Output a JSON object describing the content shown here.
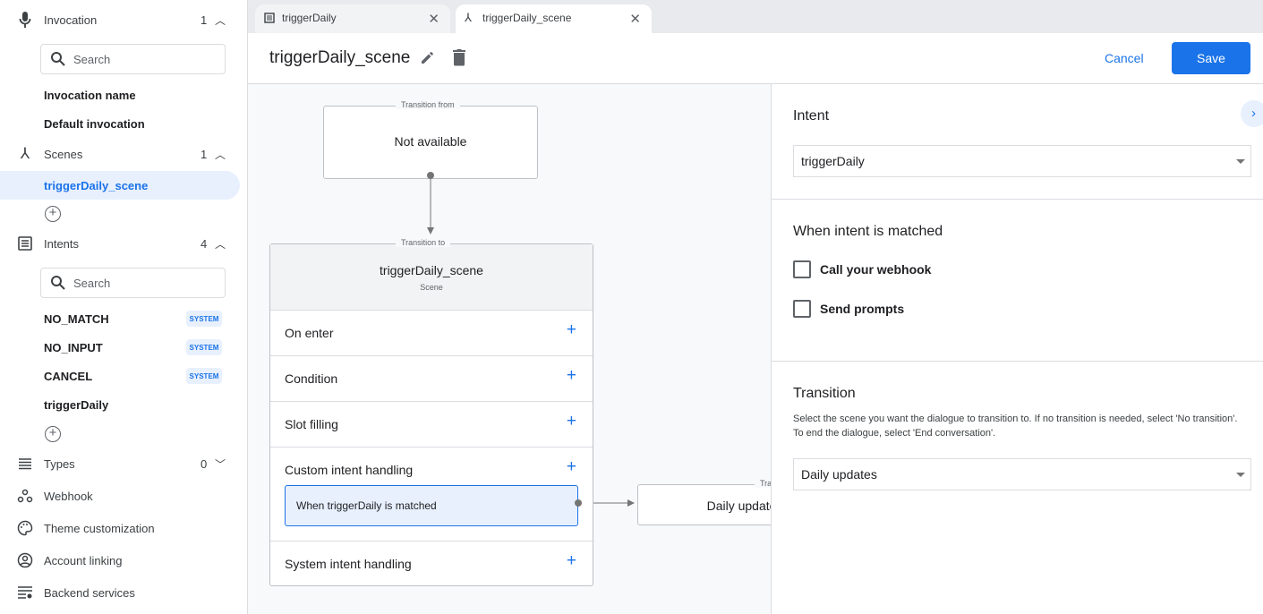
{
  "sidebar": {
    "invocation": {
      "label": "Invocation",
      "count": "1",
      "search_placeholder": "Search",
      "items": [
        "Invocation name",
        "Default invocation"
      ]
    },
    "scenes": {
      "label": "Scenes",
      "count": "1",
      "items": [
        "triggerDaily_scene"
      ]
    },
    "intents": {
      "label": "Intents",
      "count": "4",
      "search_placeholder": "Search",
      "items": [
        {
          "name": "NO_MATCH",
          "badge": "SYSTEM"
        },
        {
          "name": "NO_INPUT",
          "badge": "SYSTEM"
        },
        {
          "name": "CANCEL",
          "badge": "SYSTEM"
        },
        {
          "name": "triggerDaily"
        }
      ]
    },
    "types": {
      "label": "Types",
      "count": "0"
    },
    "webhook": "Webhook",
    "theme": "Theme customization",
    "account": "Account linking",
    "backend": "Backend services"
  },
  "tabs": [
    {
      "label": "triggerDaily",
      "icon": "intent-icon"
    },
    {
      "label": "triggerDaily_scene",
      "icon": "scene-icon",
      "active": true
    }
  ],
  "header": {
    "title": "triggerDaily_scene",
    "cancel": "Cancel",
    "save": "Save"
  },
  "canvas": {
    "from_node": {
      "tag": "Transition from",
      "text": "Not available"
    },
    "scene_node": {
      "tag": "Transition to",
      "title": "triggerDaily_scene",
      "subtitle": "Scene",
      "rows": [
        "On enter",
        "Condition",
        "Slot filling",
        "Custom intent handling",
        "System intent handling"
      ],
      "handler": "When triggerDaily is matched"
    },
    "target_node": {
      "tag": "Transition to",
      "text": "Daily updates"
    }
  },
  "panel": {
    "intent_heading": "Intent",
    "intent_value": "triggerDaily",
    "matched_heading": "When intent is matched",
    "webhook_label": "Call your webhook",
    "webhook_checked": false,
    "prompts_label": "Send prompts",
    "prompts_checked": false,
    "transition_heading": "Transition",
    "transition_help": "Select the scene you want the dialogue to transition to. If no transition is needed, select 'No transition'. To end the dialogue, select 'End conversation'.",
    "transition_value": "Daily updates"
  },
  "colors": {
    "accent": "#1a73e8",
    "selected_bg": "#e8f0fe",
    "canvas_bg": "#f8f9fa"
  }
}
